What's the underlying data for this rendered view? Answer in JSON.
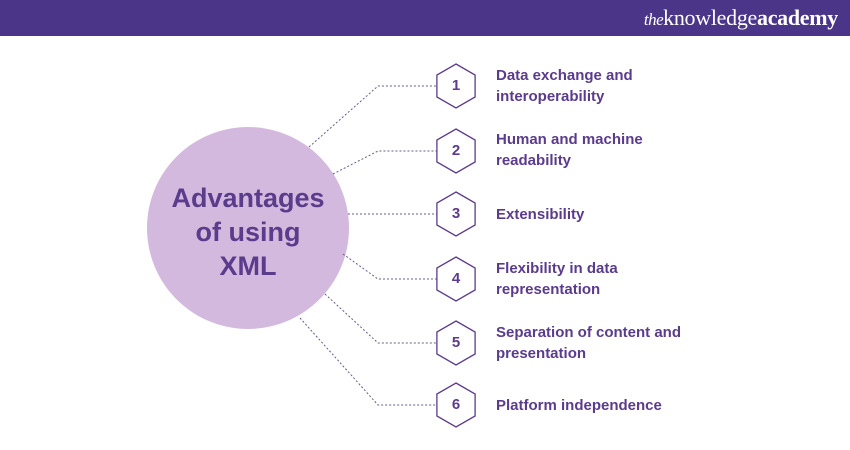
{
  "brand": {
    "the": "the",
    "knowledge": "knowledge",
    "academy": "academy"
  },
  "center": {
    "lines": [
      "Advantages",
      "of using",
      "XML"
    ]
  },
  "items": [
    {
      "number": "1",
      "lines": [
        "Data exchange and",
        "interoperability"
      ]
    },
    {
      "number": "2",
      "lines": [
        "Human and machine",
        "readability"
      ]
    },
    {
      "number": "3",
      "lines": [
        "Extensibility"
      ]
    },
    {
      "number": "4",
      "lines": [
        "Flexibility in data",
        "representation"
      ]
    },
    {
      "number": "5",
      "lines": [
        "Separation of content and",
        "presentation"
      ]
    },
    {
      "number": "6",
      "lines": [
        "Platform independence"
      ]
    }
  ],
  "colors": {
    "header_bg": "#4a3589",
    "circle_fill": "#d3b9dd",
    "text": "#5b3b8c",
    "hex_stroke": "#5b3b8c",
    "connector": "#6e5a8e"
  }
}
